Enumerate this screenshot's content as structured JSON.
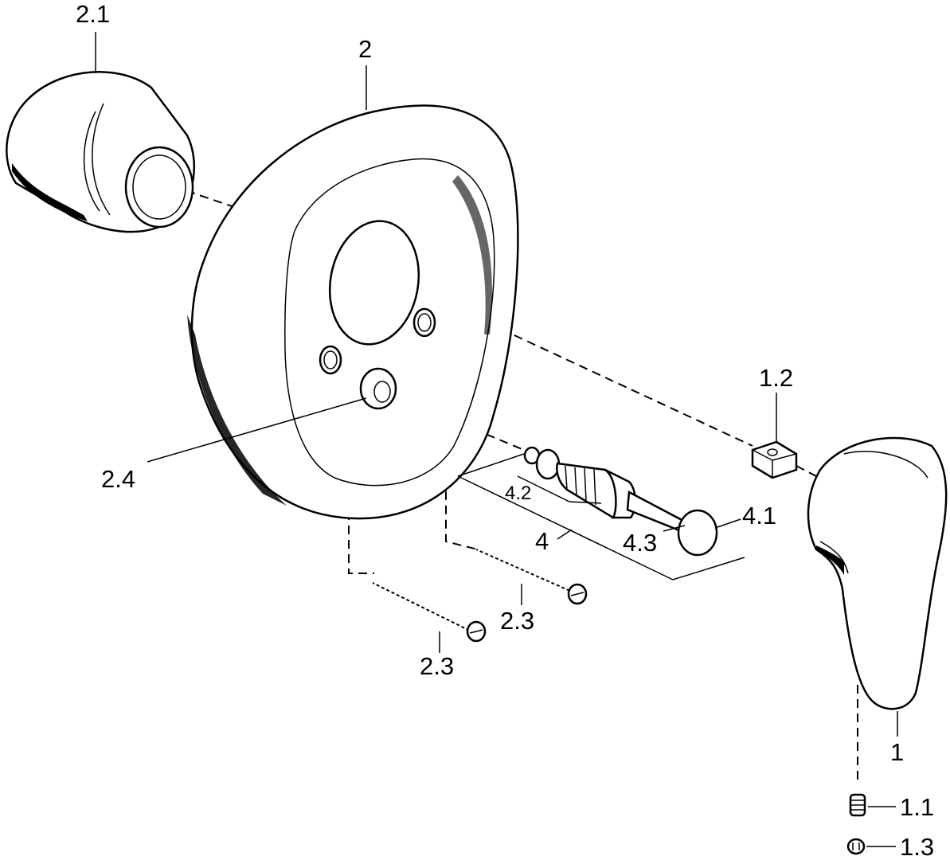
{
  "labels": {
    "p2_1": "2.1",
    "p2": "2",
    "p2_4": "2.4",
    "p1_2": "1.2",
    "p4_2": "4.2",
    "p4_1": "4.1",
    "p4_3": "4.3",
    "p4": "4",
    "p2_3a": "2.3",
    "p2_3b": "2.3",
    "p1": "1",
    "p1_1": "1.1",
    "p1_3": "1.3"
  },
  "colors": {
    "ink": "#000000",
    "paper": "#ffffff"
  }
}
